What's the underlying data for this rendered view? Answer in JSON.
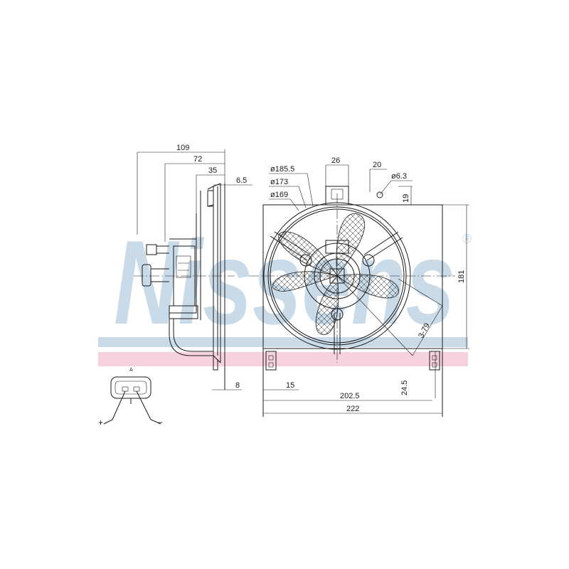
{
  "watermark": {
    "brand": "Nissens",
    "registered": "®",
    "colors": {
      "text": "#c9dae9",
      "band_blue": "#c9dae9",
      "band_pink": "#f6d3dc"
    }
  },
  "side_view": {
    "dims": {
      "overall_depth": "109",
      "to_motor_face": "72",
      "to_shroud": "35",
      "shroud_flange": "6.5",
      "bracket_offset": "8"
    }
  },
  "front_view": {
    "dims": {
      "outer_ring_dia": "ø185.5",
      "mid_ring_dia": "ø173",
      "inner_ring_dia": "ø169",
      "top_tab_width": "26",
      "mount_hole_offset": "20",
      "mount_hole_dia": "ø6.3",
      "mount_hole_height": "19",
      "height": "181",
      "bottom_tab_offset": "15",
      "mount_span": "202.5",
      "overall_width": "222",
      "foot_height": "24.5",
      "blades": "3-79"
    }
  },
  "connector": {
    "pin_label": "A",
    "plus": "+",
    "minus": "−"
  }
}
